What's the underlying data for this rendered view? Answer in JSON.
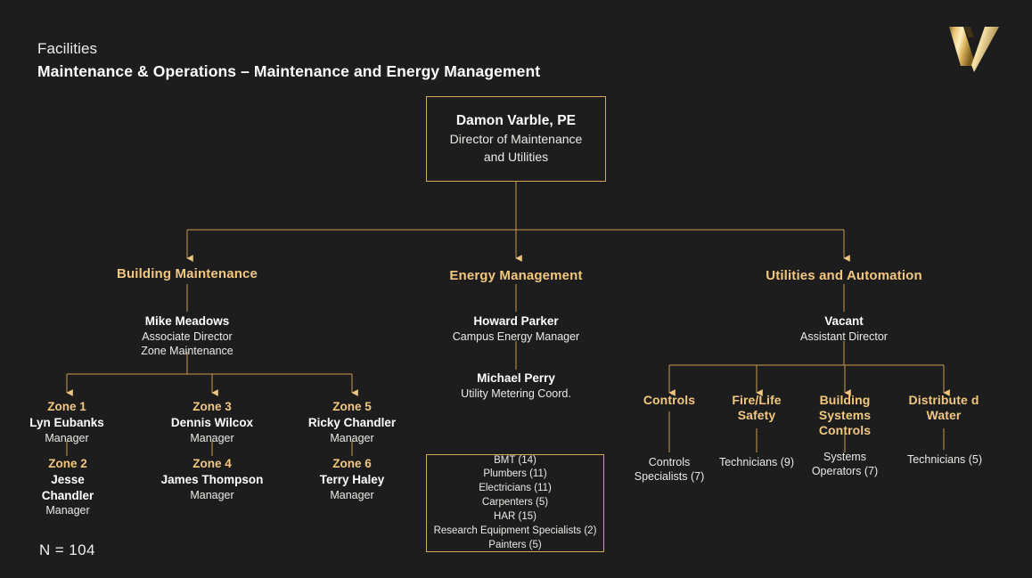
{
  "page": {
    "background_color": "#1d1d1d",
    "accent_gold": "#f3c87e",
    "border_gold": "#d4a857",
    "text_color": "#f3f1ee",
    "eyebrow": "Facilities",
    "title": "Maintenance & Operations – Maintenance and Energy Management",
    "total_label": "N = 104"
  },
  "logo": {
    "name": "vanderbilt-v-logo",
    "letter": "V"
  },
  "root": {
    "name": "Damon Varble, PE",
    "title_line1": "Director of Maintenance",
    "title_line2": "and Utilities"
  },
  "divisions": [
    {
      "id": "building-maintenance",
      "label": "Building Maintenance",
      "lead": {
        "name": "Mike Meadows",
        "title_line1": "Associate Director",
        "title_line2": "Zone Maintenance"
      },
      "zones": [
        {
          "zone": "Zone 1",
          "name": "Lyn Eubanks",
          "title": "Manager"
        },
        {
          "zone": "Zone 2",
          "name": "Jesse Chandler",
          "title": "Manager"
        },
        {
          "zone": "Zone 3",
          "name": "Dennis Wilcox",
          "title": "Manager"
        },
        {
          "zone": "Zone 4",
          "name": "James Thompson",
          "title": "Manager"
        },
        {
          "zone": "Zone 5",
          "name": "Ricky Chandler",
          "title": "Manager"
        },
        {
          "zone": "Zone 6",
          "name": "Terry Haley",
          "title": "Manager"
        }
      ]
    },
    {
      "id": "energy-management",
      "label": "Energy Management",
      "lead": {
        "name": "Howard Parker",
        "title_line1": "Campus Energy Manager"
      },
      "second": {
        "name": "Michael Perry",
        "title_line1": "Utility Metering Coord."
      },
      "trades": [
        "BMT (14)",
        "Plumbers (11)",
        "Electricians (11)",
        "Carpenters (5)",
        "HAR (15)",
        "Research Equipment Specialists (2)",
        "Painters (5)"
      ]
    },
    {
      "id": "utilities-and-automation",
      "label": "Utilities and Automation",
      "lead": {
        "name": "Vacant",
        "title_line1": "Assistant Director"
      },
      "units": [
        {
          "title": "Controls",
          "staff_line1": "Controls",
          "staff_line2": "Specialists (7)"
        },
        {
          "title": "Fire/Life Safety",
          "staff_line1": "Technicians (9)",
          "staff_line2": ""
        },
        {
          "title": "Building Systems Controls",
          "staff_line1": "Systems",
          "staff_line2": "Operators (7)"
        },
        {
          "title": "Distribute d Water",
          "staff_line1": "Technicians (5)",
          "staff_line2": ""
        }
      ]
    }
  ]
}
